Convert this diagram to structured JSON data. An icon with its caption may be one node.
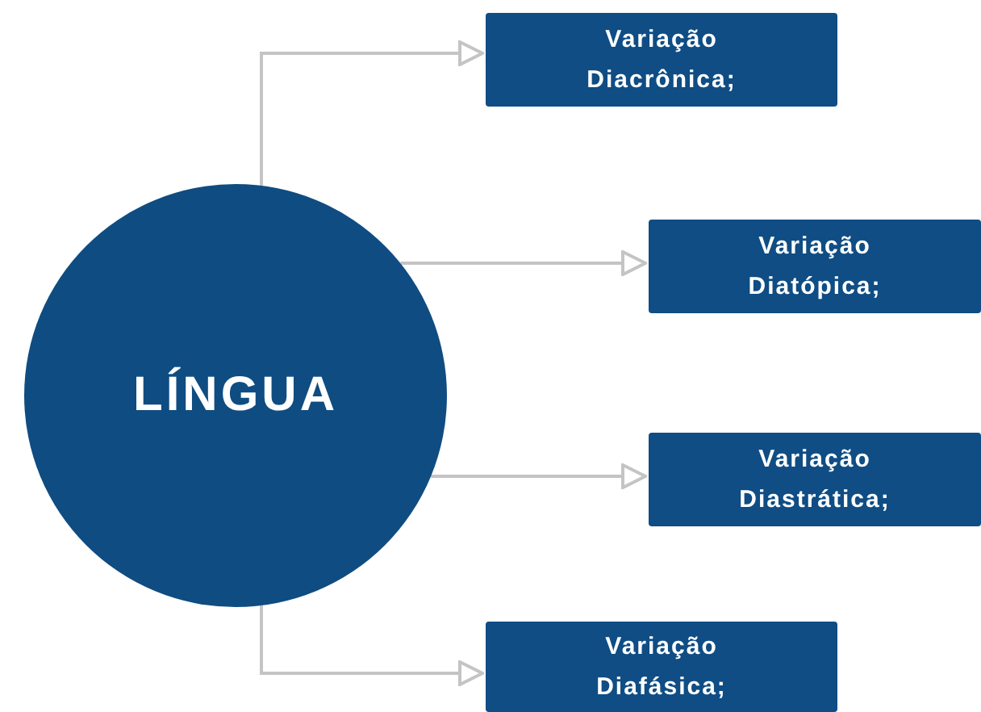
{
  "diagram": {
    "nodes": [
      {
        "text": [
          "LÍNGUA"
        ]
      },
      {
        "text": [
          "Variação Diacrônica;"
        ]
      },
      {
        "text": [
          "Variação Diatópica;"
        ]
      },
      {
        "text": [
          "Variação Diastrática;"
        ]
      },
      {
        "text": [
          "Variação Diafásica;"
        ]
      }
    ],
    "edges": [
      {
        "from": 0,
        "to": 1,
        "arrow": "to"
      },
      {
        "from": 0,
        "to": 2,
        "arrow": "to"
      },
      {
        "from": 0,
        "to": 3,
        "arrow": "to"
      },
      {
        "from": 0,
        "to": 4,
        "arrow": "to"
      }
    ]
  }
}
